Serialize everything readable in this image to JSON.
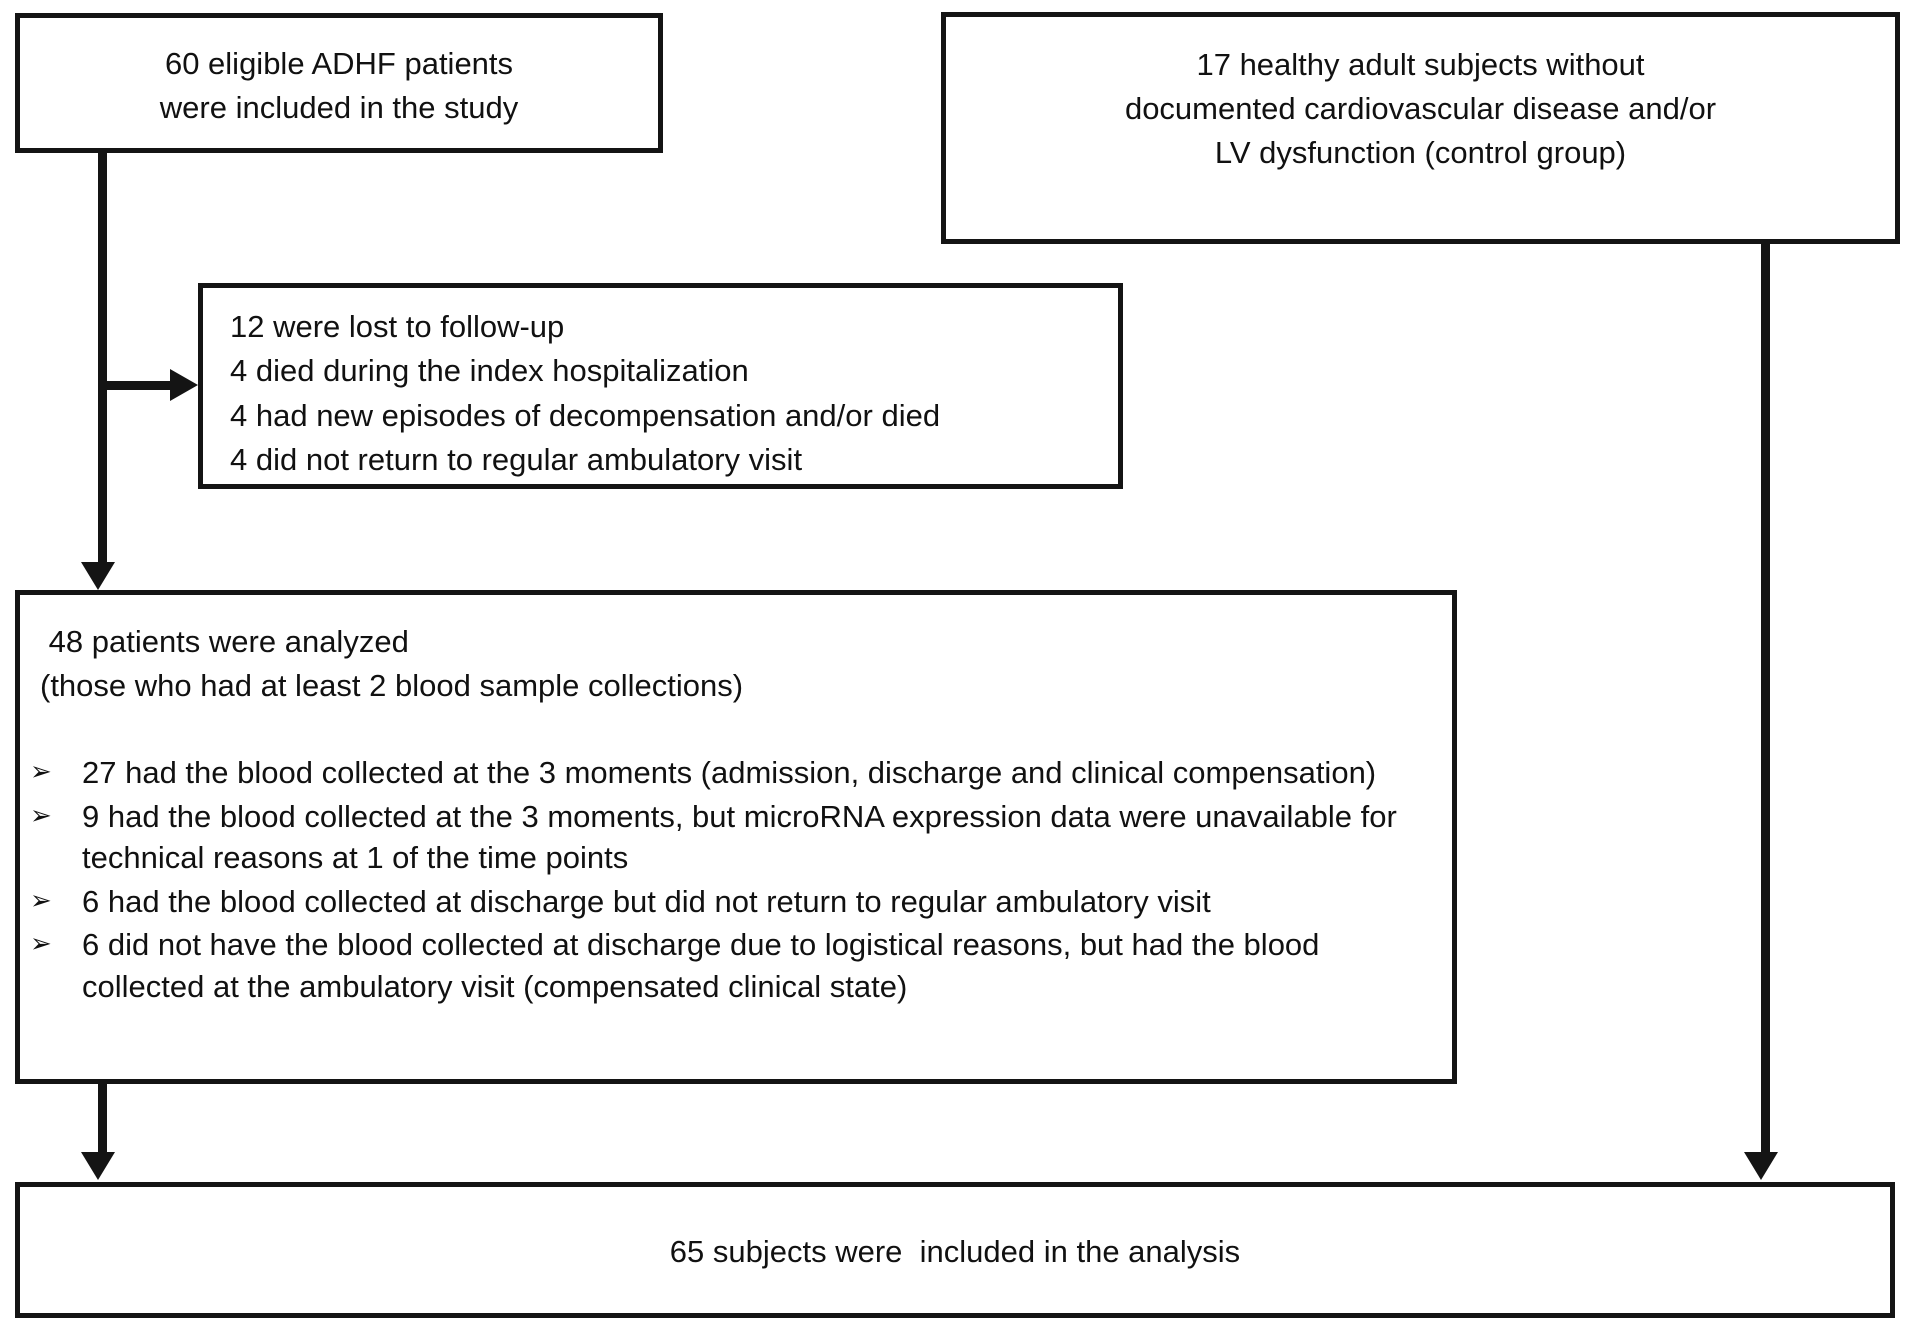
{
  "diagram": {
    "title": "Study enrollment flow diagram",
    "stroke_color": "#141414",
    "text_color": "#111111",
    "background_color": "#ffffff",
    "bullet_glyph": "➢"
  },
  "boxes": {
    "eligible": {
      "text": "60 eligible ADHF patients\nwere included in the study",
      "count": 60
    },
    "control": {
      "text": "17 healthy adult subjects without\ndocumented cardiovascular disease and/or\nLV dysfunction (control group)",
      "count": 17
    },
    "lost": {
      "text": "12 were lost to follow-up\n4 died during the index hospitalization\n4 had new episodes of decompensation and/or died\n4 did not return to regular ambulatory visit",
      "count": 12,
      "lines": [
        "12 were lost to follow-up",
        "4 died during the index hospitalization",
        "4 had new episodes of decompensation and/or died",
        "4 did not return to regular ambulatory visit"
      ]
    },
    "analyzed": {
      "heading": " 48 patients were analyzed\n(those who had at least 2 blood sample collections)",
      "count": 48,
      "bullets": [
        "27 had the blood collected at the 3 moments (admission, discharge and clinical compensation)",
        "9 had the blood collected at the 3 moments, but microRNA expression data were unavailable for technical reasons at 1 of the time points",
        "6 had the blood collected at discharge but did not return to regular ambulatory visit",
        "6 did not have the blood collected at discharge due to logistical reasons, but had the blood collected at the ambulatory visit (compensated clinical state)"
      ]
    },
    "final": {
      "text": "65 subjects were  included in the analysis",
      "count": 65
    }
  }
}
